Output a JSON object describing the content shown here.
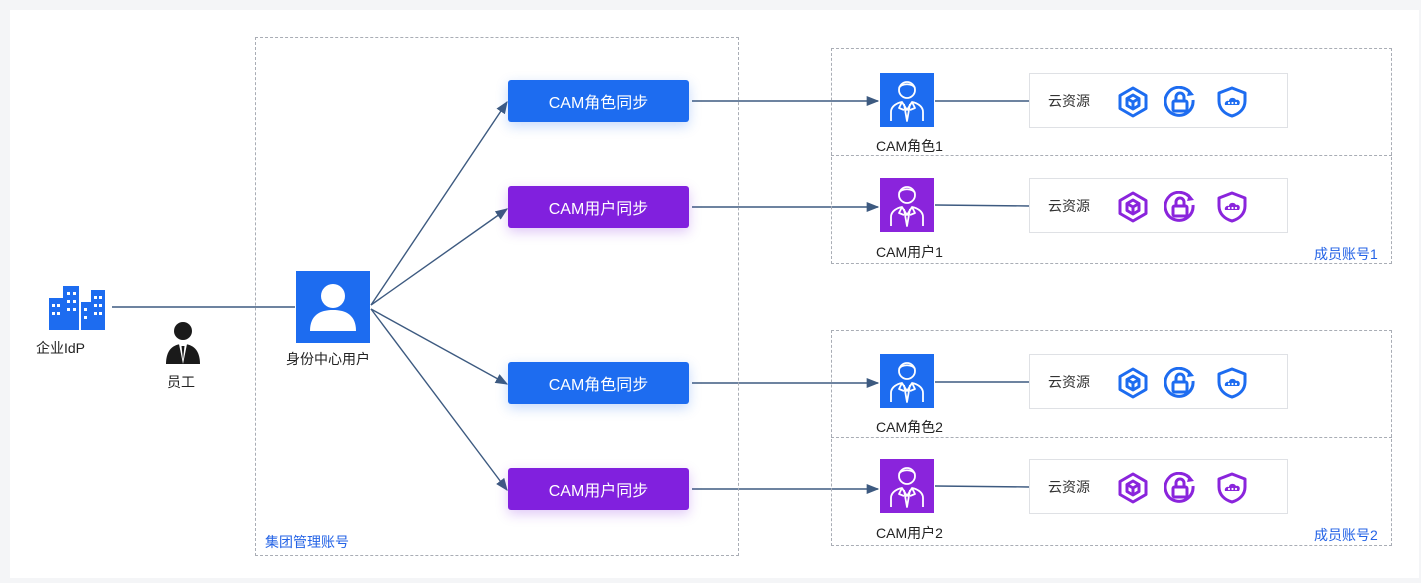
{
  "enterprise": {
    "label": "企业IdP",
    "icon": "office-buildings-icon"
  },
  "employee": {
    "label": "员工",
    "icon": "employee-icon"
  },
  "management": {
    "area_label": "集团管理账号",
    "user_label": "身份中心用户",
    "user_icon": "user-avatar-icon",
    "sync_buttons": [
      {
        "label": "CAM角色同步",
        "color": "#1d6cf0"
      },
      {
        "label": "CAM用户同步",
        "color": "#8120de"
      },
      {
        "label": "CAM角色同步",
        "color": "#1d6cf0"
      },
      {
        "label": "CAM用户同步",
        "color": "#8120de"
      }
    ]
  },
  "members": [
    {
      "area_label": "成员账号1",
      "entries": [
        {
          "label": "CAM角色1",
          "color": "#1d6cf0",
          "resource_label": "云资源",
          "icons": [
            "cube-icon",
            "lock-icon",
            "shield-cloud-icon"
          ]
        },
        {
          "label": "CAM用户1",
          "color": "#8a24dc",
          "resource_label": "云资源",
          "icons": [
            "cube-icon",
            "lock-icon",
            "shield-cloud-icon"
          ]
        }
      ]
    },
    {
      "area_label": "成员账号2",
      "entries": [
        {
          "label": "CAM角色2",
          "color": "#1d6cf0",
          "resource_label": "云资源",
          "icons": [
            "cube-icon",
            "lock-icon",
            "shield-cloud-icon"
          ]
        },
        {
          "label": "CAM用户2",
          "color": "#8a24dc",
          "resource_label": "云资源",
          "icons": [
            "cube-icon",
            "lock-icon",
            "shield-cloud-icon"
          ]
        }
      ]
    }
  ],
  "colors": {
    "line": "#3d5a80",
    "accent_blue": "#1d6cf0",
    "accent_purple": "#8120de"
  }
}
